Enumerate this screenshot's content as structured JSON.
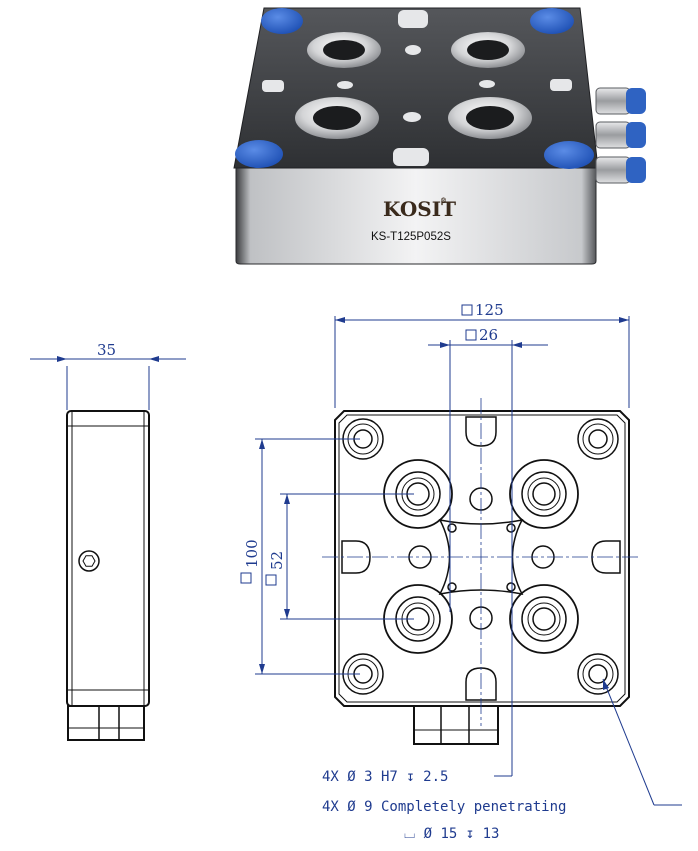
{
  "product": {
    "brand": "KOSIT",
    "brand_mark": "®",
    "model": "KS-T125P052S"
  },
  "dimensions": {
    "overall_width": "125",
    "pin_spacing": "26",
    "side_depth": "35",
    "outer_height": "100",
    "inner_spacing": "52"
  },
  "notes": {
    "dowel": "4X Ø 3 H7 ↧ 2.5",
    "holes": "4X Ø 9 Completely penetrating",
    "counterbore": "⌴ Ø 15 ↧ 13"
  },
  "colors": {
    "dimension": "#1f3b8f",
    "outline": "#111111",
    "plate_top": "#3e4044",
    "body_side": "#d9dadc",
    "blue_cap": "#2c62c9"
  }
}
